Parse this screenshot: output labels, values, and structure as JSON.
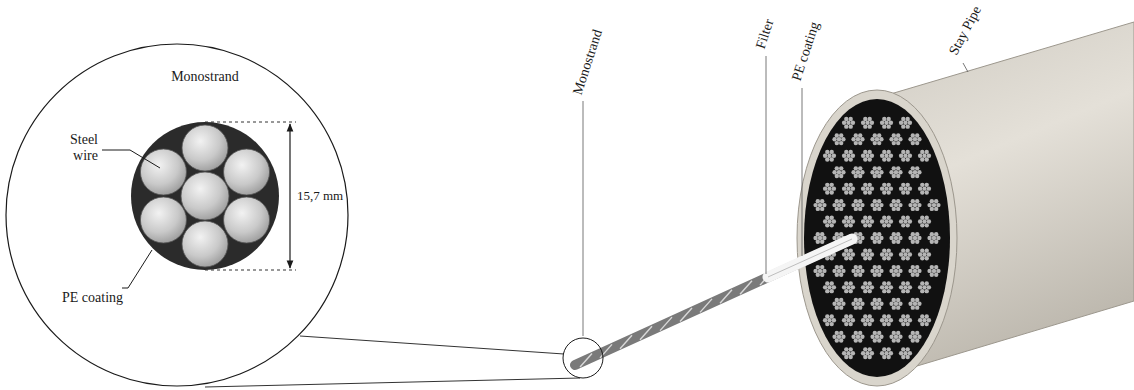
{
  "diagram": {
    "nodes": [
      {
        "text": [
          "Monostrand"
        ]
      }
    ],
    "labels": [
      "Steel wire",
      "PE coating",
      "15,7 mm",
      "Monostrand",
      "Filter",
      "PE coating",
      "Stay Pipe"
    ]
  }
}
